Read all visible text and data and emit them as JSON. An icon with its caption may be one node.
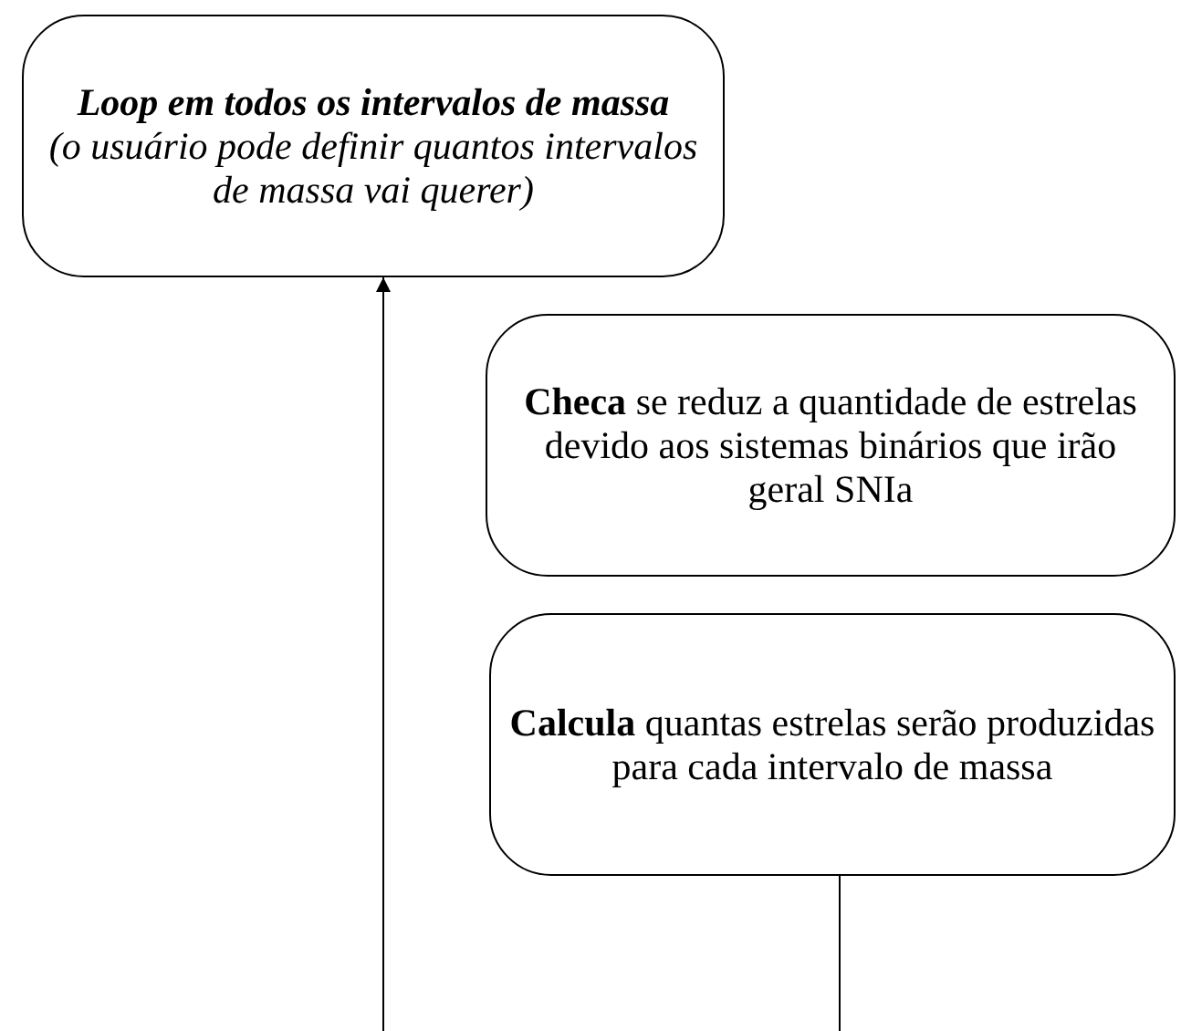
{
  "diagram": {
    "nodes": [
      {
        "text": [
          "Loop em todos os intervalos de massa",
          "(o usuário pode definir quantos intervalos de massa vai querer)"
        ]
      },
      {
        "text": [
          "**Checa** se reduz a quantidade de estrelas devido aos sistemas binários que irão geral SNIa"
        ]
      },
      {
        "text": [
          "**Calcula** quantas estrelas serão produzidas para cada intervalo de massa"
        ]
      }
    ],
    "edges": [
      {
        "from": null,
        "to": 0,
        "arrow": "to"
      },
      {
        "from": 2,
        "to": null,
        "arrow": "none"
      }
    ]
  }
}
